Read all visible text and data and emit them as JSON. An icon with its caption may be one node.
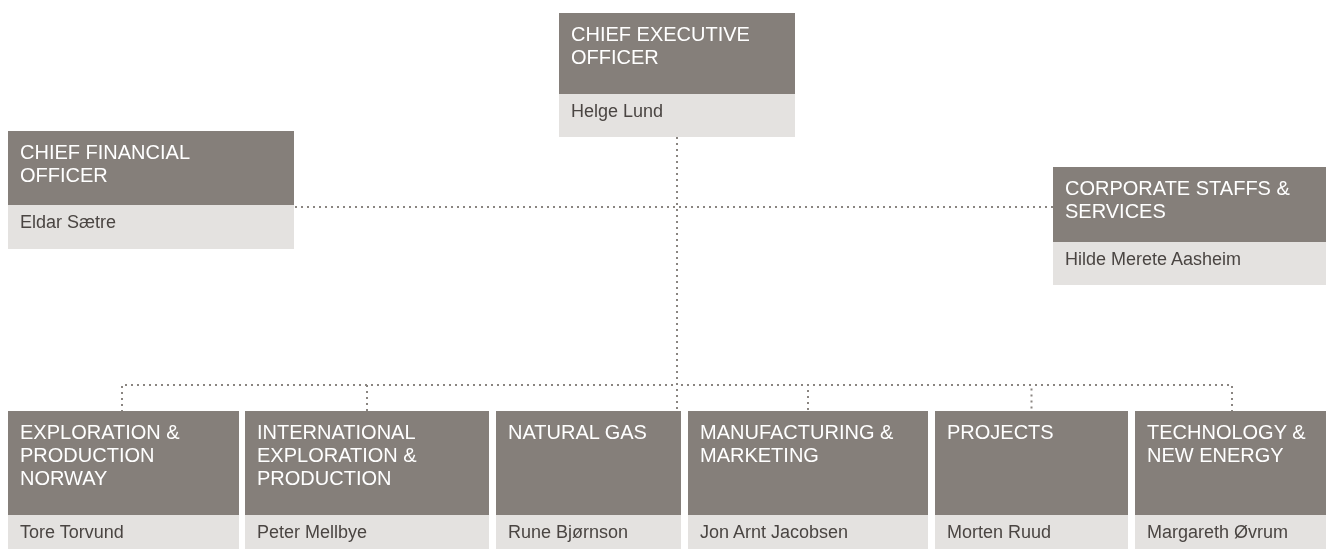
{
  "diagram": {
    "nodes": [
      {
        "text": [
          "CHIEF EXECUTIVE OFFICER",
          "Helge Lund"
        ]
      },
      {
        "text": [
          "CHIEF FINANCIAL OFFICER",
          "Eldar Sætre"
        ]
      },
      {
        "text": [
          "CORPORATE STAFFS & SERVICES",
          "Hilde Merete Aasheim"
        ]
      },
      {
        "text": [
          "EXPLORATION & PRODUCTION NORWAY",
          "Tore Torvund"
        ]
      },
      {
        "text": [
          "INTERNATIONAL EXPLORATION & PRODUCTION",
          "Peter Mellbye"
        ]
      },
      {
        "text": [
          "NATURAL GAS",
          "Rune Bjørnson"
        ]
      },
      {
        "text": [
          "MANUFACTURING & MARKETING",
          "Jon Arnt Jacobsen"
        ]
      },
      {
        "text": [
          "PROJECTS",
          "Morten Ruud"
        ]
      },
      {
        "text": [
          "TECHNOLOGY & NEW ENERGY",
          "Margareth Øvrum"
        ]
      }
    ],
    "edges": [
      {
        "from": 0,
        "to": 1,
        "arrow": "none",
        "style": "dashed"
      },
      {
        "from": 0,
        "to": 2,
        "arrow": "none",
        "style": "dashed"
      },
      {
        "from": 0,
        "to": 3,
        "arrow": "none",
        "style": "dashed"
      },
      {
        "from": 0,
        "to": 4,
        "arrow": "none",
        "style": "dashed"
      },
      {
        "from": 0,
        "to": 5,
        "arrow": "none",
        "style": "dashed"
      },
      {
        "from": 0,
        "to": 6,
        "arrow": "none",
        "style": "dashed"
      },
      {
        "from": 0,
        "to": 7,
        "arrow": "none",
        "style": "dashed"
      },
      {
        "from": 0,
        "to": 8,
        "arrow": "none",
        "style": "dashed"
      }
    ]
  }
}
